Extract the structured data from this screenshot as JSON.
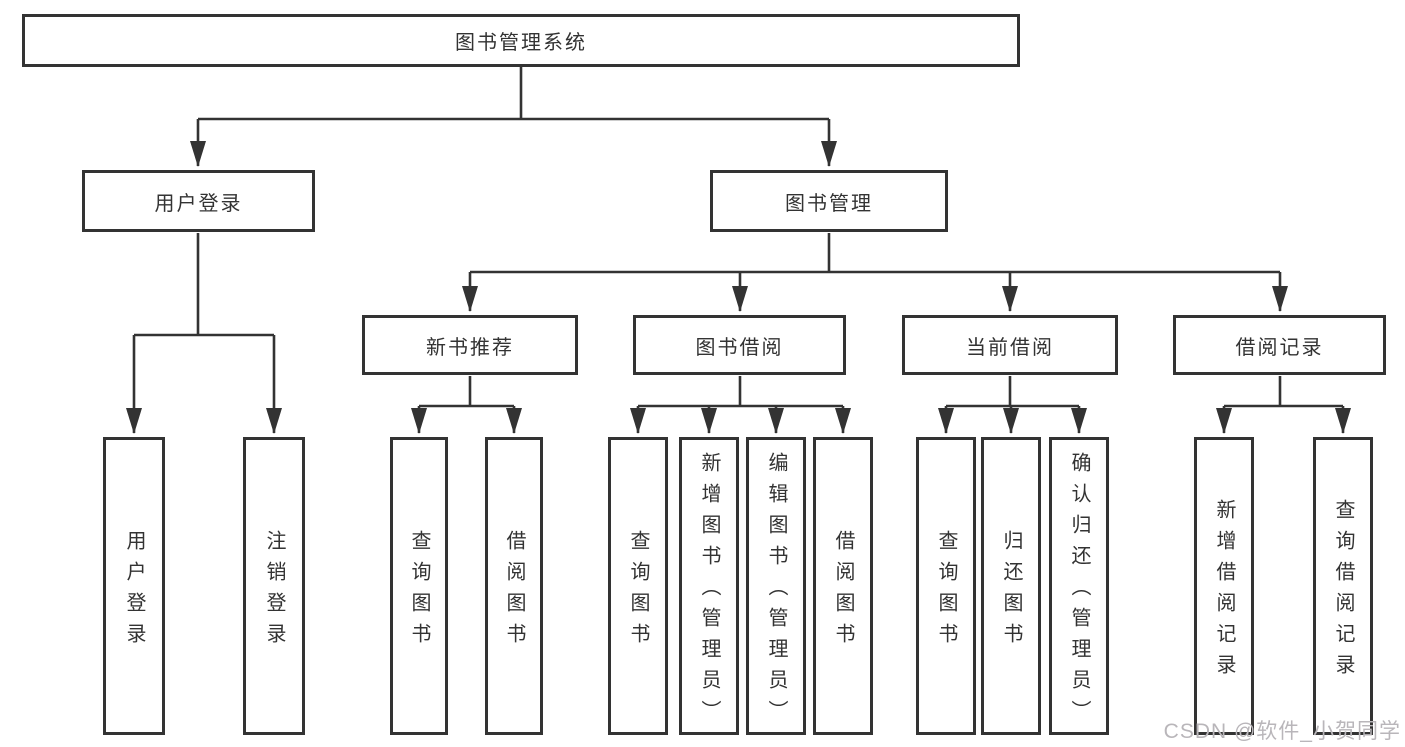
{
  "diagram": {
    "title": "图书管理系统",
    "tree": {
      "label": "图书管理系统",
      "children": [
        {
          "label": "用户登录",
          "children": [
            {
              "label": "用户登录"
            },
            {
              "label": "注销登录"
            }
          ]
        },
        {
          "label": "图书管理",
          "children": [
            {
              "label": "新书推荐",
              "children": [
                {
                  "label": "查询图书"
                },
                {
                  "label": "借阅图书"
                }
              ]
            },
            {
              "label": "图书借阅",
              "children": [
                {
                  "label": "查询图书"
                },
                {
                  "label": "新增图书（管理员）"
                },
                {
                  "label": "编辑图书（管理员）"
                },
                {
                  "label": "借阅图书"
                }
              ]
            },
            {
              "label": "当前借阅",
              "children": [
                {
                  "label": "查询图书"
                },
                {
                  "label": "归还图书"
                },
                {
                  "label": "确认归还（管理员）"
                }
              ]
            },
            {
              "label": "借阅记录",
              "children": [
                {
                  "label": "新增借阅记录"
                },
                {
                  "label": "查询借阅记录"
                }
              ]
            }
          ]
        }
      ]
    },
    "colors": {
      "line": "#333333",
      "box_border": "#333333",
      "box_fill": "#ffffff",
      "text": "#333333",
      "background": "#ffffff",
      "watermark": "#b9b6ba"
    },
    "watermark": "CSDN @软件_小贺同学"
  }
}
